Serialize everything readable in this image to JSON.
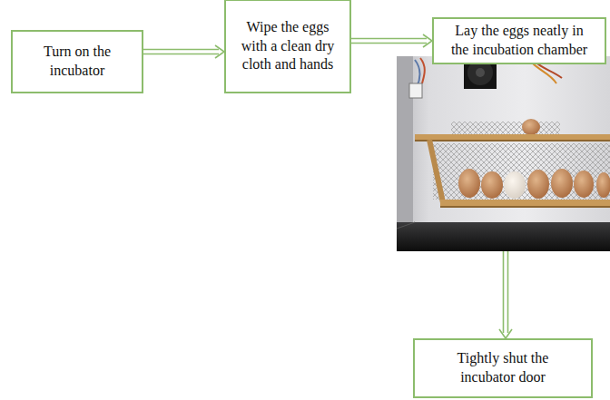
{
  "diagram": {
    "nodes": [
      {
        "text": [
          "Turn on the incubator"
        ]
      },
      {
        "text": [
          "Wipe the eggs with a clean dry cloth and hands"
        ]
      },
      {
        "text": [
          "Lay the eggs neatly in the incubation chamber"
        ]
      },
      {
        "text": [
          "Tightly shut the incubator door"
        ]
      }
    ],
    "edges": [
      {
        "from": 0,
        "to": 1,
        "arrow": "to"
      },
      {
        "from": 1,
        "to": 2,
        "arrow": "to"
      },
      {
        "from": 2,
        "to": 3,
        "arrow": "to"
      }
    ]
  }
}
